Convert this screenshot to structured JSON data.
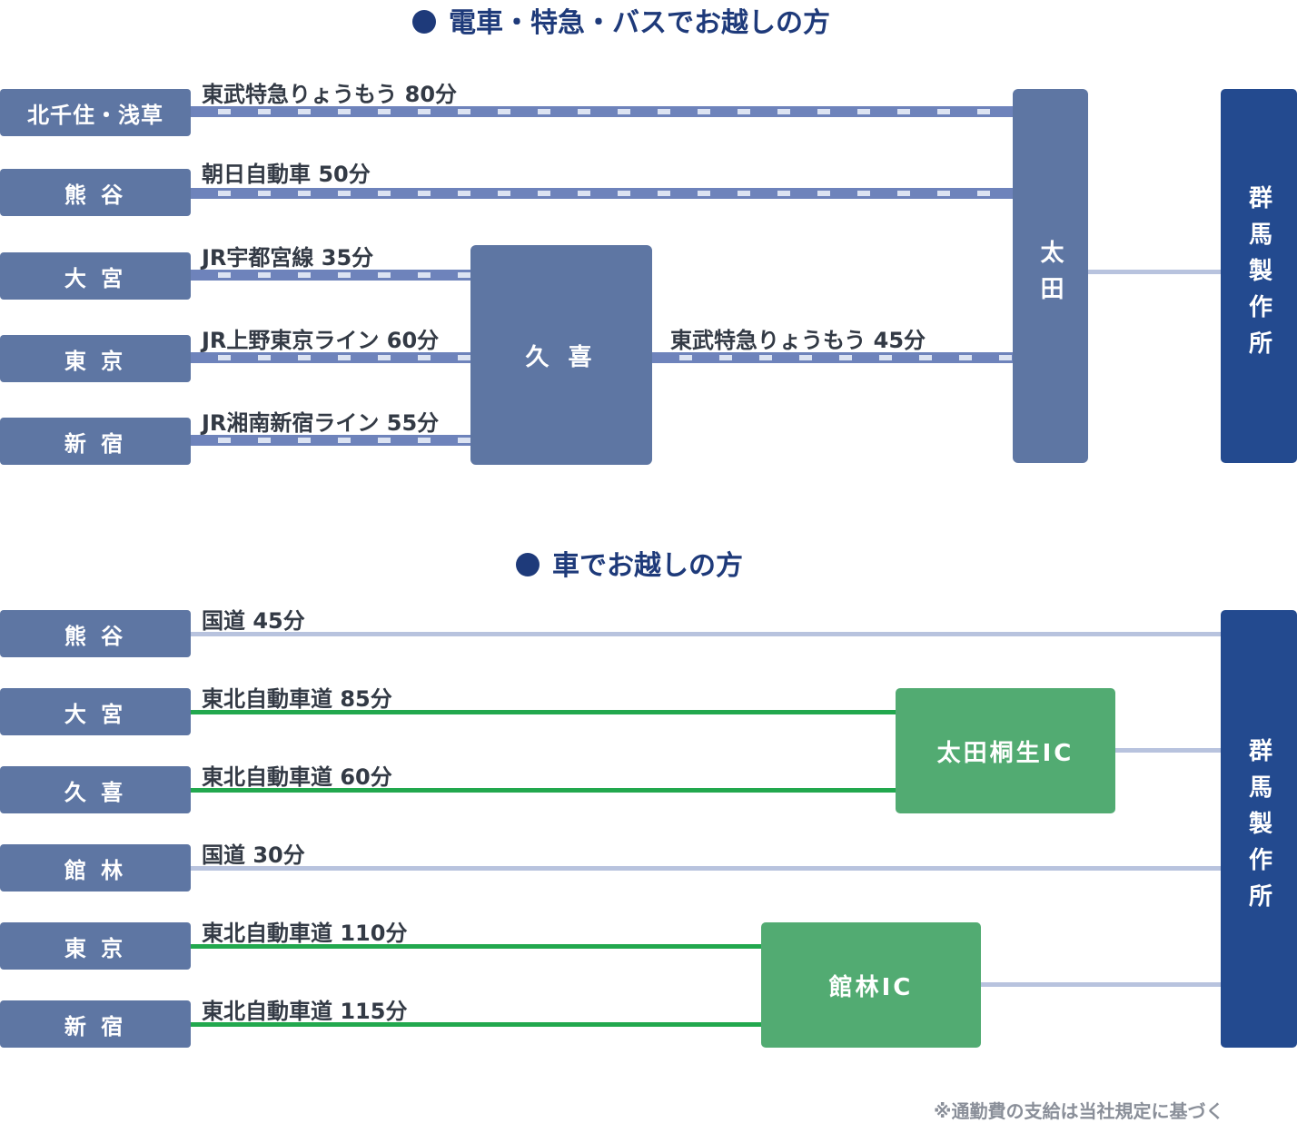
{
  "train": {
    "heading": "電車・特急・バスでお越しの方",
    "stations": [
      "北千住・浅草",
      "熊 谷",
      "大 宮",
      "東 京",
      "新 宿"
    ],
    "routes": [
      "東武特急りょうもう 80分",
      "朝日自動車 50分",
      "JR宇都宮線 35分",
      "JR上野東京ライン 60分",
      "JR湘南新宿ライン 55分"
    ],
    "hub_kuki": "久 喜",
    "route_kuki_ota": "東武特急りょうもう 45分",
    "hub_ota": "太田",
    "destination": "群馬製作所"
  },
  "car": {
    "heading": "車でお越しの方",
    "origins": [
      "熊 谷",
      "大 宮",
      "久 喜",
      "館 林",
      "東 京",
      "新 宿"
    ],
    "routes": [
      "国道 45分",
      "東北自動車道 85分",
      "東北自動車道 60分",
      "国道 30分",
      "東北自動車道 110分",
      "東北自動車道 115分"
    ],
    "ic_ota": "太田桐生IC",
    "ic_tatebayashi": "館林IC",
    "destination": "群馬製作所"
  },
  "note": "※通勤費の支給は当社規定に基づく",
  "colors": {
    "station_box": "#5e76a3",
    "destination_box": "#234a8f",
    "ic_box": "#52ab72",
    "heading": "#1e3a7a",
    "rail": "#6e83bb",
    "road": "#b8c3de",
    "expressway": "#22a84e"
  }
}
